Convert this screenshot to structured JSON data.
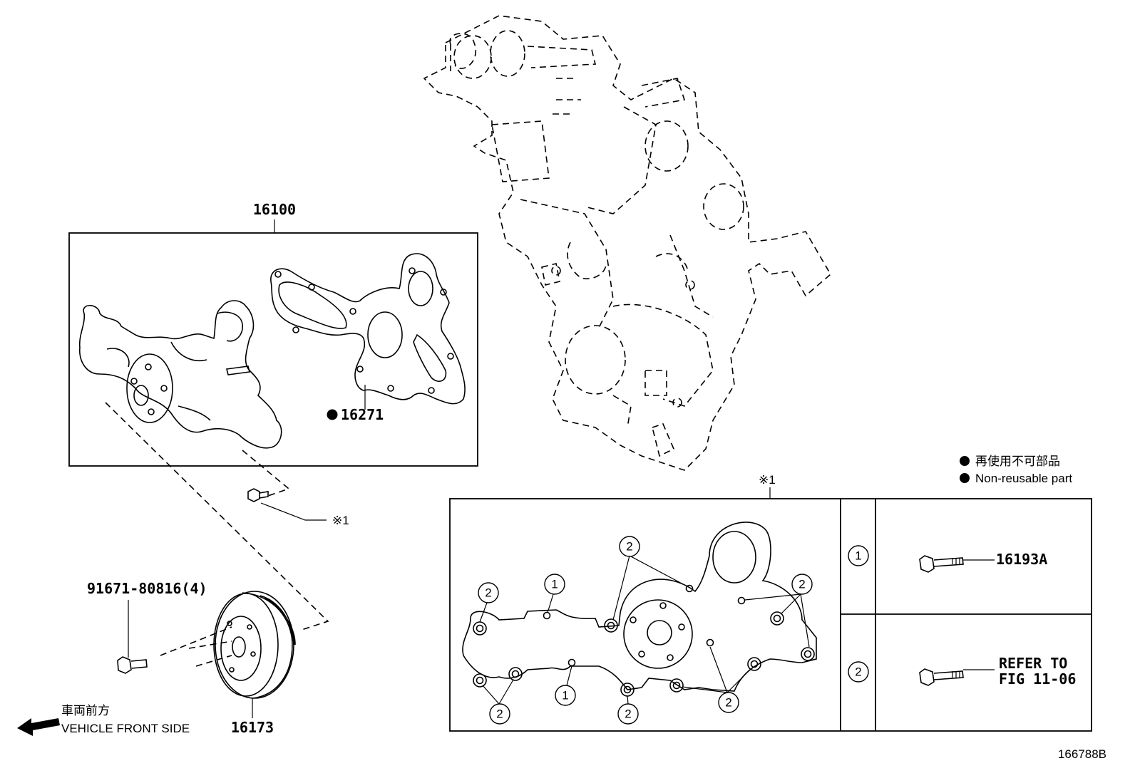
{
  "parts": {
    "water_pump_assy": "16100",
    "gasket": "16271",
    "pulley": "16173",
    "pulley_bolt": "91671-80816(4)",
    "bolt_a": "16193A",
    "drawing_no": "166788B"
  },
  "notes": {
    "mark": "※1",
    "refer_line1": "REFER TO",
    "refer_line2": "FIG 11-06",
    "index_1": "1",
    "index_2": "2"
  },
  "legend": {
    "jp": "再使用不可部品",
    "en": "Non-reusable part"
  },
  "direction": {
    "jp": "車両前方",
    "en": "VEHICLE FRONT SIDE"
  }
}
